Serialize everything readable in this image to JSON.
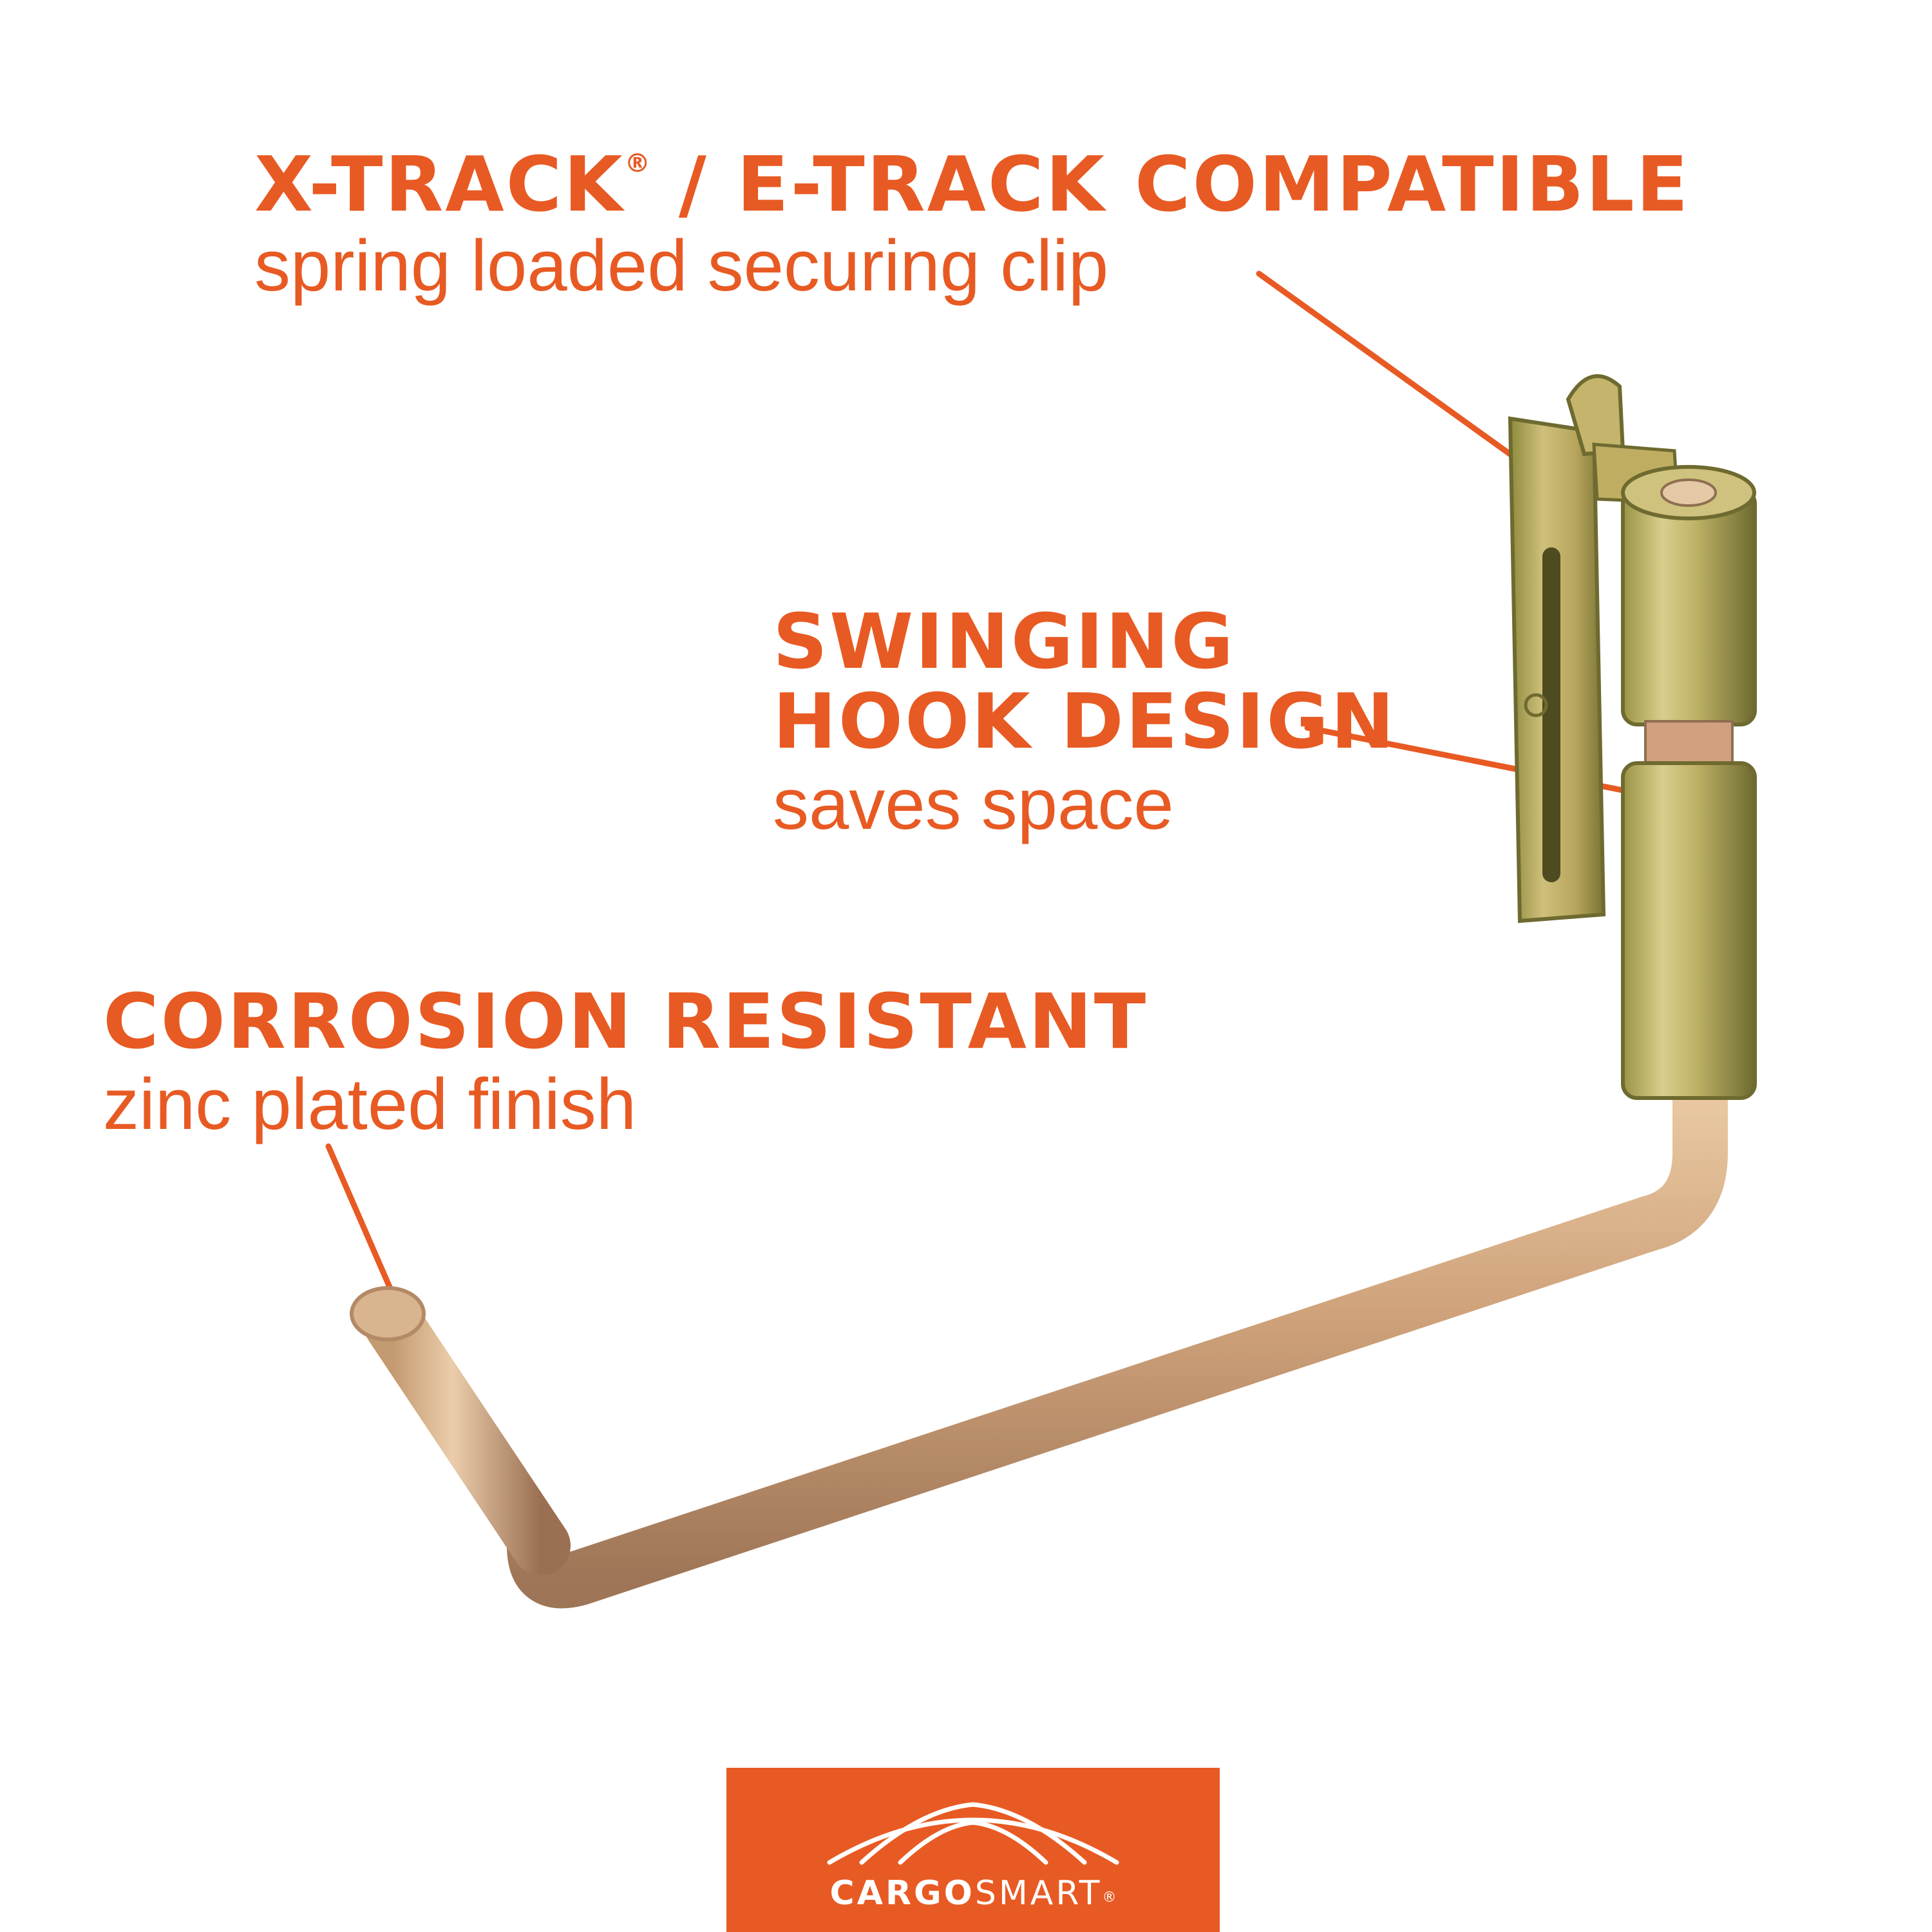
{
  "callouts": {
    "track": {
      "headline_main": "X-TRACK",
      "headline_mark": "®",
      "headline_rest": " / E-TRACK COMPATIBLE",
      "sub": "spring loaded securing clip"
    },
    "swing": {
      "line1": "SWINGING",
      "line2": "HOOK DESIGN",
      "sub": "saves space"
    },
    "corrosion": {
      "headline": "CORROSION RESISTANT",
      "sub": "zinc plated finish"
    }
  },
  "logo": {
    "brand_a": "CARGO",
    "brand_b": "SMART",
    "mark": "®"
  },
  "colors": {
    "accent": "#E85A23",
    "background": "#FFFFFF",
    "metal_gold": "#C9AE5A",
    "metal_rose": "#D6A27E"
  },
  "icons": {
    "logo_arch": "arch-icon"
  }
}
